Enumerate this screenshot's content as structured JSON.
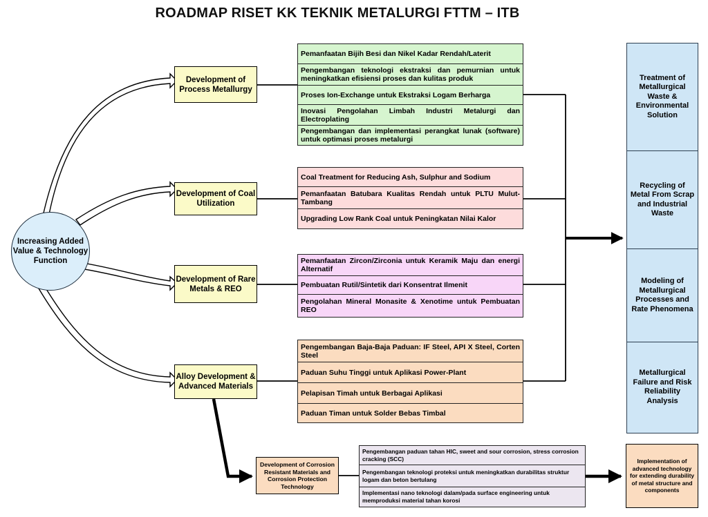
{
  "title": "ROADMAP RISET KK TEKNIK METALURGI FTTM – ITB",
  "center": "Increasing Added Value & Technology Function",
  "categories": [
    {
      "label": "Development of Process Metallurgy",
      "color": "#fbfac8"
    },
    {
      "label": "Development of Coal Utilization",
      "color": "#fbfac8"
    },
    {
      "label": "Development of Rare Metals & REO",
      "color": "#fbfac8"
    },
    {
      "label": "Alloy Development & Advanced Materials",
      "color": "#fbfac8"
    }
  ],
  "process_metallurgy": {
    "color": "#d6f5cf",
    "items": [
      "Pemanfaatan Bijih Besi dan Nikel Kadar Rendah/Laterit",
      "Pengembangan teknologi ekstraksi dan pemurnian untuk meningkatkan efisiensi proses dan kulitas produk",
      "Proses Ion-Exchange untuk Ekstraksi Logam Berharga",
      "Inovasi Pengolahan Limbah Industri Metalurgi dan Electroplating",
      "Pengembangan dan implementasi perangkat lunak (software) untuk optimasi proses metalurgi"
    ]
  },
  "coal": {
    "color": "#fddcdc",
    "items": [
      "Coal Treatment for Reducing Ash, Sulphur and Sodium",
      "Pemanfaatan Batubara Kualitas Rendah untuk PLTU Mulut-Tambang",
      "Upgrading Low Rank Coal untuk Peningkatan Nilai Kalor"
    ]
  },
  "rare_metals": {
    "color": "#f8d6f8",
    "items": [
      "Pemanfaatan Zircon/Zirconia untuk Keramik Maju dan energi Alternatif",
      "Pembuatan Rutil/Sintetik dari Konsentrat Ilmenit",
      "Pengolahan Mineral Monasite & Xenotime untuk Pembuatan REO"
    ]
  },
  "alloy": {
    "color": "#fbdcc0",
    "items": [
      "Pengembangan Baja-Baja Paduan: IF Steel, API X Steel, Corten Steel",
      "Paduan Suhu Tinggi untuk Aplikasi Power-Plant",
      "Pelapisan Timah untuk Berbagai Aplikasi",
      "Paduan Timan untuk Solder Bebas Timbal"
    ]
  },
  "outcomes": {
    "color": "#cfe6f6",
    "items": [
      "Treatment of Metallurgical Waste & Environmental Solution",
      "Recycling of Metal From Scrap and Industrial Waste",
      "Modeling of Metallurgical Processes and Rate Phenomena",
      "Metallurgical Failure and Risk Reliability Analysis"
    ]
  },
  "corrosion": {
    "label": "Development of Corrosion Resistant Materials and Corrosion Protection Technology",
    "color": "#fbdcc0",
    "items_color": "#ece6f0",
    "items": [
      "Pengembangan paduan tahan HIC, sweet and sour corrosion, stress corrosion cracking (SCC)",
      "Pengembangan teknologi proteksi untuk meningkatkan durabilitas struktur logam dan beton bertulang",
      "Implementasi nano teknologi dalam/pada surface engineering untuk memproduksi material tahan korosi"
    ],
    "outcome": "Implementation of advanced technology for extending durability of metal structure and components"
  }
}
